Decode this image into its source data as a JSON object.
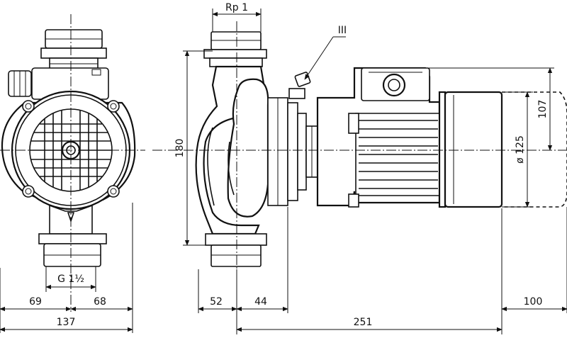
{
  "dimensions": {
    "connection_top": "Rp 1",
    "connection_bottom": "G 1½",
    "terminal_box_mark": "III",
    "height_total": "180",
    "motor_diameter": "ø 125",
    "motor_half_height": "107",
    "front_left": "69",
    "front_right": "68",
    "front_total": "137",
    "side_52": "52",
    "side_44": "44",
    "side_total": "251",
    "removal_space": "100"
  }
}
